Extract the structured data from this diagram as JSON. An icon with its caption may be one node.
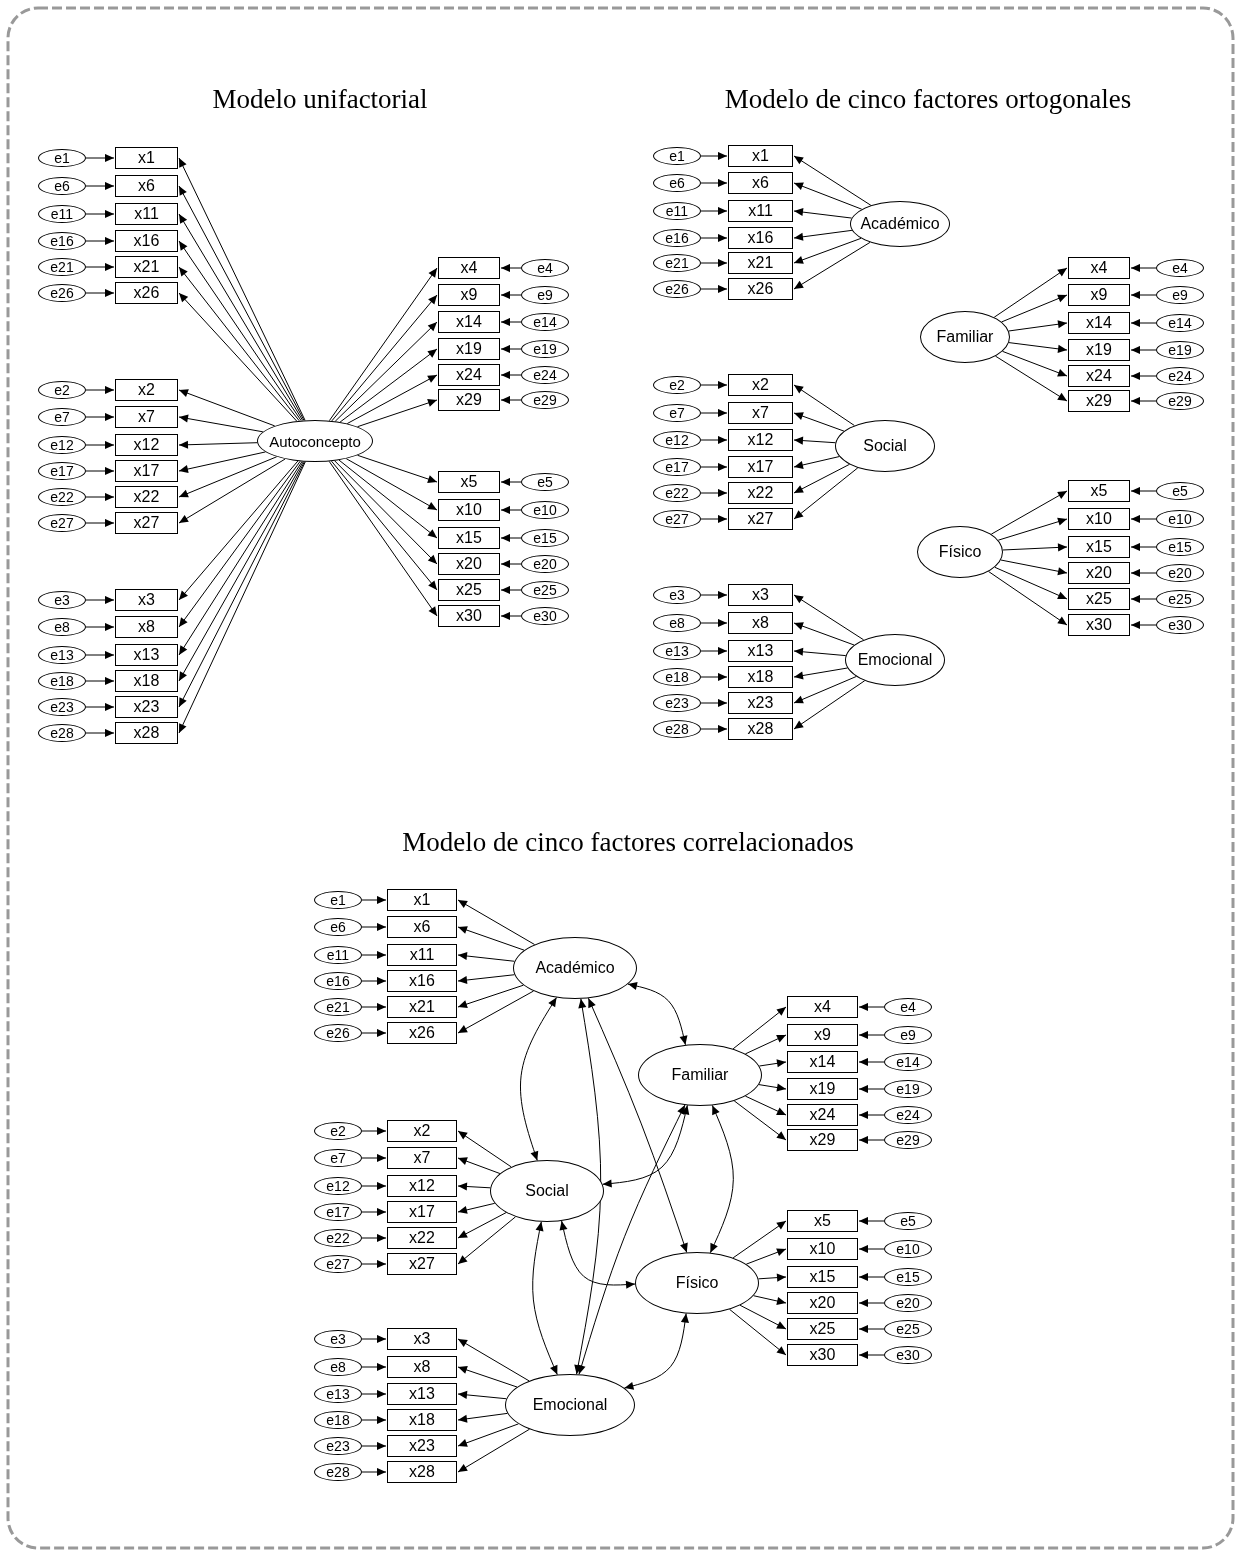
{
  "diagram": {
    "nodes": [
      {
        "text": [
          "Autoconcepto"
        ]
      },
      {
        "text": [
          "e1"
        ]
      },
      {
        "text": [
          "x1"
        ]
      },
      {
        "text": [
          "e6"
        ]
      },
      {
        "text": [
          "x6"
        ]
      },
      {
        "text": [
          "e11"
        ]
      },
      {
        "text": [
          "x11"
        ]
      },
      {
        "text": [
          "e16"
        ]
      },
      {
        "text": [
          "x16"
        ]
      },
      {
        "text": [
          "e21"
        ]
      },
      {
        "text": [
          "x21"
        ]
      },
      {
        "text": [
          "e26"
        ]
      },
      {
        "text": [
          "x26"
        ]
      },
      {
        "text": [
          "e2"
        ]
      },
      {
        "text": [
          "x2"
        ]
      },
      {
        "text": [
          "e7"
        ]
      },
      {
        "text": [
          "x7"
        ]
      },
      {
        "text": [
          "e12"
        ]
      },
      {
        "text": [
          "x12"
        ]
      },
      {
        "text": [
          "e17"
        ]
      },
      {
        "text": [
          "x17"
        ]
      },
      {
        "text": [
          "e22"
        ]
      },
      {
        "text": [
          "x22"
        ]
      },
      {
        "text": [
          "e27"
        ]
      },
      {
        "text": [
          "x27"
        ]
      },
      {
        "text": [
          "e3"
        ]
      },
      {
        "text": [
          "x3"
        ]
      },
      {
        "text": [
          "e8"
        ]
      },
      {
        "text": [
          "x8"
        ]
      },
      {
        "text": [
          "e13"
        ]
      },
      {
        "text": [
          "x13"
        ]
      },
      {
        "text": [
          "e18"
        ]
      },
      {
        "text": [
          "x18"
        ]
      },
      {
        "text": [
          "e23"
        ]
      },
      {
        "text": [
          "x23"
        ]
      },
      {
        "text": [
          "e28"
        ]
      },
      {
        "text": [
          "x28"
        ]
      },
      {
        "text": [
          "e4"
        ]
      },
      {
        "text": [
          "x4"
        ]
      },
      {
        "text": [
          "e9"
        ]
      },
      {
        "text": [
          "x9"
        ]
      },
      {
        "text": [
          "e14"
        ]
      },
      {
        "text": [
          "x14"
        ]
      },
      {
        "text": [
          "e19"
        ]
      },
      {
        "text": [
          "x19"
        ]
      },
      {
        "text": [
          "e24"
        ]
      },
      {
        "text": [
          "x24"
        ]
      },
      {
        "text": [
          "e29"
        ]
      },
      {
        "text": [
          "x29"
        ]
      },
      {
        "text": [
          "e5"
        ]
      },
      {
        "text": [
          "x5"
        ]
      },
      {
        "text": [
          "e10"
        ]
      },
      {
        "text": [
          "x10"
        ]
      },
      {
        "text": [
          "e15"
        ]
      },
      {
        "text": [
          "x15"
        ]
      },
      {
        "text": [
          "e20"
        ]
      },
      {
        "text": [
          "x20"
        ]
      },
      {
        "text": [
          "e25"
        ]
      },
      {
        "text": [
          "x25"
        ]
      },
      {
        "text": [
          "e30"
        ]
      },
      {
        "text": [
          "x30"
        ]
      },
      {
        "text": [
          "Académico"
        ]
      },
      {
        "text": [
          "e1"
        ]
      },
      {
        "text": [
          "x1"
        ]
      },
      {
        "text": [
          "e6"
        ]
      },
      {
        "text": [
          "x6"
        ]
      },
      {
        "text": [
          "e11"
        ]
      },
      {
        "text": [
          "x11"
        ]
      },
      {
        "text": [
          "e16"
        ]
      },
      {
        "text": [
          "x16"
        ]
      },
      {
        "text": [
          "e21"
        ]
      },
      {
        "text": [
          "x21"
        ]
      },
      {
        "text": [
          "e26"
        ]
      },
      {
        "text": [
          "x26"
        ]
      },
      {
        "text": [
          "Social"
        ]
      },
      {
        "text": [
          "e2"
        ]
      },
      {
        "text": [
          "x2"
        ]
      },
      {
        "text": [
          "e7"
        ]
      },
      {
        "text": [
          "x7"
        ]
      },
      {
        "text": [
          "e12"
        ]
      },
      {
        "text": [
          "x12"
        ]
      },
      {
        "text": [
          "e17"
        ]
      },
      {
        "text": [
          "x17"
        ]
      },
      {
        "text": [
          "e22"
        ]
      },
      {
        "text": [
          "x22"
        ]
      },
      {
        "text": [
          "e27"
        ]
      },
      {
        "text": [
          "x27"
        ]
      },
      {
        "text": [
          "Emocional"
        ]
      },
      {
        "text": [
          "e3"
        ]
      },
      {
        "text": [
          "x3"
        ]
      },
      {
        "text": [
          "e8"
        ]
      },
      {
        "text": [
          "x8"
        ]
      },
      {
        "text": [
          "e13"
        ]
      },
      {
        "text": [
          "x13"
        ]
      },
      {
        "text": [
          "e18"
        ]
      },
      {
        "text": [
          "x18"
        ]
      },
      {
        "text": [
          "e23"
        ]
      },
      {
        "text": [
          "x23"
        ]
      },
      {
        "text": [
          "e28"
        ]
      },
      {
        "text": [
          "x28"
        ]
      },
      {
        "text": [
          "Familiar"
        ]
      },
      {
        "text": [
          "e4"
        ]
      },
      {
        "text": [
          "x4"
        ]
      },
      {
        "text": [
          "e9"
        ]
      },
      {
        "text": [
          "x9"
        ]
      },
      {
        "text": [
          "e14"
        ]
      },
      {
        "text": [
          "x14"
        ]
      },
      {
        "text": [
          "e19"
        ]
      },
      {
        "text": [
          "x19"
        ]
      },
      {
        "text": [
          "e24"
        ]
      },
      {
        "text": [
          "x24"
        ]
      },
      {
        "text": [
          "e29"
        ]
      },
      {
        "text": [
          "x29"
        ]
      },
      {
        "text": [
          "Físico"
        ]
      },
      {
        "text": [
          "e5"
        ]
      },
      {
        "text": [
          "x5"
        ]
      },
      {
        "text": [
          "e10"
        ]
      },
      {
        "text": [
          "x10"
        ]
      },
      {
        "text": [
          "e15"
        ]
      },
      {
        "text": [
          "x15"
        ]
      },
      {
        "text": [
          "e20"
        ]
      },
      {
        "text": [
          "x20"
        ]
      },
      {
        "text": [
          "e25"
        ]
      },
      {
        "text": [
          "x25"
        ]
      },
      {
        "text": [
          "e30"
        ]
      },
      {
        "text": [
          "x30"
        ]
      },
      {
        "text": [
          "Académico"
        ]
      },
      {
        "text": [
          "e1"
        ]
      },
      {
        "text": [
          "x1"
        ]
      },
      {
        "text": [
          "e6"
        ]
      },
      {
        "text": [
          "x6"
        ]
      },
      {
        "text": [
          "e11"
        ]
      },
      {
        "text": [
          "x11"
        ]
      },
      {
        "text": [
          "e16"
        ]
      },
      {
        "text": [
          "x16"
        ]
      },
      {
        "text": [
          "e21"
        ]
      },
      {
        "text": [
          "x21"
        ]
      },
      {
        "text": [
          "e26"
        ]
      },
      {
        "text": [
          "x26"
        ]
      },
      {
        "text": [
          "Social"
        ]
      },
      {
        "text": [
          "e2"
        ]
      },
      {
        "text": [
          "x2"
        ]
      },
      {
        "text": [
          "e7"
        ]
      },
      {
        "text": [
          "x7"
        ]
      },
      {
        "text": [
          "e12"
        ]
      },
      {
        "text": [
          "x12"
        ]
      },
      {
        "text": [
          "e17"
        ]
      },
      {
        "text": [
          "x17"
        ]
      },
      {
        "text": [
          "e22"
        ]
      },
      {
        "text": [
          "x22"
        ]
      },
      {
        "text": [
          "e27"
        ]
      },
      {
        "text": [
          "x27"
        ]
      },
      {
        "text": [
          "Emocional"
        ]
      },
      {
        "text": [
          "e3"
        ]
      },
      {
        "text": [
          "x3"
        ]
      },
      {
        "text": [
          "e8"
        ]
      },
      {
        "text": [
          "x8"
        ]
      },
      {
        "text": [
          "e13"
        ]
      },
      {
        "text": [
          "x13"
        ]
      },
      {
        "text": [
          "e18"
        ]
      },
      {
        "text": [
          "x18"
        ]
      },
      {
        "text": [
          "e23"
        ]
      },
      {
        "text": [
          "x23"
        ]
      },
      {
        "text": [
          "e28"
        ]
      },
      {
        "text": [
          "x28"
        ]
      },
      {
        "text": [
          "Familiar"
        ]
      },
      {
        "text": [
          "e4"
        ]
      },
      {
        "text": [
          "x4"
        ]
      },
      {
        "text": [
          "e9"
        ]
      },
      {
        "text": [
          "x9"
        ]
      },
      {
        "text": [
          "e14"
        ]
      },
      {
        "text": [
          "x14"
        ]
      },
      {
        "text": [
          "e19"
        ]
      },
      {
        "text": [
          "x19"
        ]
      },
      {
        "text": [
          "e24"
        ]
      },
      {
        "text": [
          "x24"
        ]
      },
      {
        "text": [
          "e29"
        ]
      },
      {
        "text": [
          "x29"
        ]
      },
      {
        "text": [
          "Físico"
        ]
      },
      {
        "text": [
          "e5"
        ]
      },
      {
        "text": [
          "x5"
        ]
      },
      {
        "text": [
          "e10"
        ]
      },
      {
        "text": [
          "x10"
        ]
      },
      {
        "text": [
          "e15"
        ]
      },
      {
        "text": [
          "x15"
        ]
      },
      {
        "text": [
          "e20"
        ]
      },
      {
        "text": [
          "x20"
        ]
      },
      {
        "text": [
          "e25"
        ]
      },
      {
        "text": [
          "x25"
        ]
      },
      {
        "text": [
          "e30"
        ]
      },
      {
        "text": [
          "x30"
        ]
      }
    ],
    "edges": [
      {
        "from": 1,
        "to": 2,
        "arrow": "to"
      },
      {
        "from": 0,
        "to": 2,
        "arrow": "to"
      },
      {
        "from": 3,
        "to": 4,
        "arrow": "to"
      },
      {
        "from": 0,
        "to": 4,
        "arrow": "to"
      },
      {
        "from": 5,
        "to": 6,
        "arrow": "to"
      },
      {
        "from": 0,
        "to": 6,
        "arrow": "to"
      },
      {
        "from": 7,
        "to": 8,
        "arrow": "to"
      },
      {
        "from": 0,
        "to": 8,
        "arrow": "to"
      },
      {
        "from": 9,
        "to": 10,
        "arrow": "to"
      },
      {
        "from": 0,
        "to": 10,
        "arrow": "to"
      },
      {
        "from": 11,
        "to": 12,
        "arrow": "to"
      },
      {
        "from": 0,
        "to": 12,
        "arrow": "to"
      },
      {
        "from": 13,
        "to": 14,
        "arrow": "to"
      },
      {
        "from": 0,
        "to": 14,
        "arrow": "to"
      },
      {
        "from": 15,
        "to": 16,
        "arrow": "to"
      },
      {
        "from": 0,
        "to": 16,
        "arrow": "to"
      },
      {
        "from": 17,
        "to": 18,
        "arrow": "to"
      },
      {
        "from": 0,
        "to": 18,
        "arrow": "to"
      },
      {
        "from": 19,
        "to": 20,
        "arrow": "to"
      },
      {
        "from": 0,
        "to": 20,
        "arrow": "to"
      },
      {
        "from": 21,
        "to": 22,
        "arrow": "to"
      },
      {
        "from": 0,
        "to": 22,
        "arrow": "to"
      },
      {
        "from": 23,
        "to": 24,
        "arrow": "to"
      },
      {
        "from": 0,
        "to": 24,
        "arrow": "to"
      },
      {
        "from": 25,
        "to": 26,
        "arrow": "to"
      },
      {
        "from": 0,
        "to": 26,
        "arrow": "to"
      },
      {
        "from": 27,
        "to": 28,
        "arrow": "to"
      },
      {
        "from": 0,
        "to": 28,
        "arrow": "to"
      },
      {
        "from": 29,
        "to": 30,
        "arrow": "to"
      },
      {
        "from": 0,
        "to": 30,
        "arrow": "to"
      },
      {
        "from": 31,
        "to": 32,
        "arrow": "to"
      },
      {
        "from": 0,
        "to": 32,
        "arrow": "to"
      },
      {
        "from": 33,
        "to": 34,
        "arrow": "to"
      },
      {
        "from": 0,
        "to": 34,
        "arrow": "to"
      },
      {
        "from": 35,
        "to": 36,
        "arrow": "to"
      },
      {
        "from": 0,
        "to": 36,
        "arrow": "to"
      },
      {
        "from": 37,
        "to": 38,
        "arrow": "to"
      },
      {
        "from": 0,
        "to": 38,
        "arrow": "to"
      },
      {
        "from": 39,
        "to": 40,
        "arrow": "to"
      },
      {
        "from": 0,
        "to": 40,
        "arrow": "to"
      },
      {
        "from": 41,
        "to": 42,
        "arrow": "to"
      },
      {
        "from": 0,
        "to": 42,
        "arrow": "to"
      },
      {
        "from": 43,
        "to": 44,
        "arrow": "to"
      },
      {
        "from": 0,
        "to": 44,
        "arrow": "to"
      },
      {
        "from": 45,
        "to": 46,
        "arrow": "to"
      },
      {
        "from": 0,
        "to": 46,
        "arrow": "to"
      },
      {
        "from": 47,
        "to": 48,
        "arrow": "to"
      },
      {
        "from": 0,
        "to": 48,
        "arrow": "to"
      },
      {
        "from": 49,
        "to": 50,
        "arrow": "to"
      },
      {
        "from": 0,
        "to": 50,
        "arrow": "to"
      },
      {
        "from": 51,
        "to": 52,
        "arrow": "to"
      },
      {
        "from": 0,
        "to": 52,
        "arrow": "to"
      },
      {
        "from": 53,
        "to": 54,
        "arrow": "to"
      },
      {
        "from": 0,
        "to": 54,
        "arrow": "to"
      },
      {
        "from": 55,
        "to": 56,
        "arrow": "to"
      },
      {
        "from": 0,
        "to": 56,
        "arrow": "to"
      },
      {
        "from": 57,
        "to": 58,
        "arrow": "to"
      },
      {
        "from": 0,
        "to": 58,
        "arrow": "to"
      },
      {
        "from": 59,
        "to": 60,
        "arrow": "to"
      },
      {
        "from": 0,
        "to": 60,
        "arrow": "to"
      },
      {
        "from": 62,
        "to": 63,
        "arrow": "to"
      },
      {
        "from": 61,
        "to": 63,
        "arrow": "to"
      },
      {
        "from": 64,
        "to": 65,
        "arrow": "to"
      },
      {
        "from": 61,
        "to": 65,
        "arrow": "to"
      },
      {
        "from": 66,
        "to": 67,
        "arrow": "to"
      },
      {
        "from": 61,
        "to": 67,
        "arrow": "to"
      },
      {
        "from": 68,
        "to": 69,
        "arrow": "to"
      },
      {
        "from": 61,
        "to": 69,
        "arrow": "to"
      },
      {
        "from": 70,
        "to": 71,
        "arrow": "to"
      },
      {
        "from": 61,
        "to": 71,
        "arrow": "to"
      },
      {
        "from": 72,
        "to": 73,
        "arrow": "to"
      },
      {
        "from": 61,
        "to": 73,
        "arrow": "to"
      },
      {
        "from": 75,
        "to": 76,
        "arrow": "to"
      },
      {
        "from": 74,
        "to": 76,
        "arrow": "to"
      },
      {
        "from": 77,
        "to": 78,
        "arrow": "to"
      },
      {
        "from": 74,
        "to": 78,
        "arrow": "to"
      },
      {
        "from": 79,
        "to": 80,
        "arrow": "to"
      },
      {
        "from": 74,
        "to": 80,
        "arrow": "to"
      },
      {
        "from": 81,
        "to": 82,
        "arrow": "to"
      },
      {
        "from": 74,
        "to": 82,
        "arrow": "to"
      },
      {
        "from": 83,
        "to": 84,
        "arrow": "to"
      },
      {
        "from": 74,
        "to": 84,
        "arrow": "to"
      },
      {
        "from": 85,
        "to": 86,
        "arrow": "to"
      },
      {
        "from": 74,
        "to": 86,
        "arrow": "to"
      },
      {
        "from": 88,
        "to": 89,
        "arrow": "to"
      },
      {
        "from": 87,
        "to": 89,
        "arrow": "to"
      },
      {
        "from": 90,
        "to": 91,
        "arrow": "to"
      },
      {
        "from": 87,
        "to": 91,
        "arrow": "to"
      },
      {
        "from": 92,
        "to": 93,
        "arrow": "to"
      },
      {
        "from": 87,
        "to": 93,
        "arrow": "to"
      },
      {
        "from": 94,
        "to": 95,
        "arrow": "to"
      },
      {
        "from": 87,
        "to": 95,
        "arrow": "to"
      },
      {
        "from": 96,
        "to": 97,
        "arrow": "to"
      },
      {
        "from": 87,
        "to": 97,
        "arrow": "to"
      },
      {
        "from": 98,
        "to": 99,
        "arrow": "to"
      },
      {
        "from": 87,
        "to": 99,
        "arrow": "to"
      },
      {
        "from": 101,
        "to": 102,
        "arrow": "to"
      },
      {
        "from": 100,
        "to": 102,
        "arrow": "to"
      },
      {
        "from": 103,
        "to": 104,
        "arrow": "to"
      },
      {
        "from": 100,
        "to": 104,
        "arrow": "to"
      },
      {
        "from": 105,
        "to": 106,
        "arrow": "to"
      },
      {
        "from": 100,
        "to": 106,
        "arrow": "to"
      },
      {
        "from": 107,
        "to": 108,
        "arrow": "to"
      },
      {
        "from": 100,
        "to": 108,
        "arrow": "to"
      },
      {
        "from": 109,
        "to": 110,
        "arrow": "to"
      },
      {
        "from": 100,
        "to": 110,
        "arrow": "to"
      },
      {
        "from": 111,
        "to": 112,
        "arrow": "to"
      },
      {
        "from": 100,
        "to": 112,
        "arrow": "to"
      },
      {
        "from": 114,
        "to": 115,
        "arrow": "to"
      },
      {
        "from": 113,
        "to": 115,
        "arrow": "to"
      },
      {
        "from": 116,
        "to": 117,
        "arrow": "to"
      },
      {
        "from": 113,
        "to": 117,
        "arrow": "to"
      },
      {
        "from": 118,
        "to": 119,
        "arrow": "to"
      },
      {
        "from": 113,
        "to": 119,
        "arrow": "to"
      },
      {
        "from": 120,
        "to": 121,
        "arrow": "to"
      },
      {
        "from": 113,
        "to": 121,
        "arrow": "to"
      },
      {
        "from": 122,
        "to": 123,
        "arrow": "to"
      },
      {
        "from": 113,
        "to": 123,
        "arrow": "to"
      },
      {
        "from": 124,
        "to": 125,
        "arrow": "to"
      },
      {
        "from": 113,
        "to": 125,
        "arrow": "to"
      },
      {
        "from": 127,
        "to": 128,
        "arrow": "to"
      },
      {
        "from": 126,
        "to": 128,
        "arrow": "to"
      },
      {
        "from": 129,
        "to": 130,
        "arrow": "to"
      },
      {
        "from": 126,
        "to": 130,
        "arrow": "to"
      },
      {
        "from": 131,
        "to": 132,
        "arrow": "to"
      },
      {
        "from": 126,
        "to": 132,
        "arrow": "to"
      },
      {
        "from": 133,
        "to": 134,
        "arrow": "to"
      },
      {
        "from": 126,
        "to": 134,
        "arrow": "to"
      },
      {
        "from": 135,
        "to": 136,
        "arrow": "to"
      },
      {
        "from": 126,
        "to": 136,
        "arrow": "to"
      },
      {
        "from": 137,
        "to": 138,
        "arrow": "to"
      },
      {
        "from": 126,
        "to": 138,
        "arrow": "to"
      },
      {
        "from": 140,
        "to": 141,
        "arrow": "to"
      },
      {
        "from": 139,
        "to": 141,
        "arrow": "to"
      },
      {
        "from": 142,
        "to": 143,
        "arrow": "to"
      },
      {
        "from": 139,
        "to": 143,
        "arrow": "to"
      },
      {
        "from": 144,
        "to": 145,
        "arrow": "to"
      },
      {
        "from": 139,
        "to": 145,
        "arrow": "to"
      },
      {
        "from": 146,
        "to": 147,
        "arrow": "to"
      },
      {
        "from": 139,
        "to": 147,
        "arrow": "to"
      },
      {
        "from": 148,
        "to": 149,
        "arrow": "to"
      },
      {
        "from": 139,
        "to": 149,
        "arrow": "to"
      },
      {
        "from": 150,
        "to": 151,
        "arrow": "to"
      },
      {
        "from": 139,
        "to": 151,
        "arrow": "to"
      },
      {
        "from": 153,
        "to": 154,
        "arrow": "to"
      },
      {
        "from": 152,
        "to": 154,
        "arrow": "to"
      },
      {
        "from": 155,
        "to": 156,
        "arrow": "to"
      },
      {
        "from": 152,
        "to": 156,
        "arrow": "to"
      },
      {
        "from": 157,
        "to": 158,
        "arrow": "to"
      },
      {
        "from": 152,
        "to": 158,
        "arrow": "to"
      },
      {
        "from": 159,
        "to": 160,
        "arrow": "to"
      },
      {
        "from": 152,
        "to": 160,
        "arrow": "to"
      },
      {
        "from": 161,
        "to": 162,
        "arrow": "to"
      },
      {
        "from": 152,
        "to": 162,
        "arrow": "to"
      },
      {
        "from": 163,
        "to": 164,
        "arrow": "to"
      },
      {
        "from": 152,
        "to": 164,
        "arrow": "to"
      },
      {
        "from": 166,
        "to": 167,
        "arrow": "to"
      },
      {
        "from": 165,
        "to": 167,
        "arrow": "to"
      },
      {
        "from": 168,
        "to": 169,
        "arrow": "to"
      },
      {
        "from": 165,
        "to": 169,
        "arrow": "to"
      },
      {
        "from": 170,
        "to": 171,
        "arrow": "to"
      },
      {
        "from": 165,
        "to": 171,
        "arrow": "to"
      },
      {
        "from": 172,
        "to": 173,
        "arrow": "to"
      },
      {
        "from": 165,
        "to": 173,
        "arrow": "to"
      },
      {
        "from": 174,
        "to": 175,
        "arrow": "to"
      },
      {
        "from": 165,
        "to": 175,
        "arrow": "to"
      },
      {
        "from": 176,
        "to": 177,
        "arrow": "to"
      },
      {
        "from": 165,
        "to": 177,
        "arrow": "to"
      },
      {
        "from": 179,
        "to": 180,
        "arrow": "to"
      },
      {
        "from": 178,
        "to": 180,
        "arrow": "to"
      },
      {
        "from": 181,
        "to": 182,
        "arrow": "to"
      },
      {
        "from": 178,
        "to": 182,
        "arrow": "to"
      },
      {
        "from": 183,
        "to": 184,
        "arrow": "to"
      },
      {
        "from": 178,
        "to": 184,
        "arrow": "to"
      },
      {
        "from": 185,
        "to": 186,
        "arrow": "to"
      },
      {
        "from": 178,
        "to": 186,
        "arrow": "to"
      },
      {
        "from": 187,
        "to": 188,
        "arrow": "to"
      },
      {
        "from": 178,
        "to": 188,
        "arrow": "to"
      },
      {
        "from": 189,
        "to": 190,
        "arrow": "to"
      },
      {
        "from": 178,
        "to": 190,
        "arrow": "to"
      },
      {
        "from": 126,
        "to": 165,
        "arrow": "both"
      },
      {
        "from": 126,
        "to": 139,
        "arrow": "both"
      },
      {
        "from": 126,
        "to": 178,
        "arrow": "both"
      },
      {
        "from": 126,
        "to": 152,
        "arrow": "both"
      },
      {
        "from": 139,
        "to": 165,
        "arrow": "both"
      },
      {
        "from": 139,
        "to": 178,
        "arrow": "both"
      },
      {
        "from": 139,
        "to": 152,
        "arrow": "both"
      },
      {
        "from": 165,
        "to": 178,
        "arrow": "both"
      },
      {
        "from": 165,
        "to": 152,
        "arrow": "both"
      },
      {
        "from": 178,
        "to": 152,
        "arrow": "both"
      }
    ],
    "labels": [
      "Modelo unifactorial",
      "Modelo de cinco factores ortogonales",
      "Modelo de cinco factores correlacionados"
    ]
  }
}
